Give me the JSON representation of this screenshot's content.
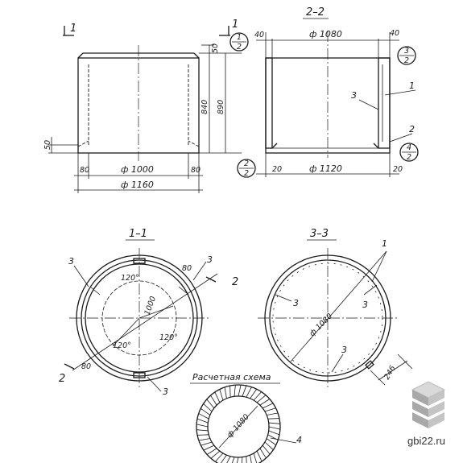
{
  "sections": {
    "cut_1": "1",
    "sec_22": "2–2",
    "sec_11": "1–1",
    "sec_33": "3–3",
    "scheme": "Расчетная схема"
  },
  "dims": {
    "d1000": "ф 1000",
    "d1160": "ф 1160",
    "d1080": "ф 1080",
    "d1120": "ф 1120",
    "h840": "840",
    "h890": "890",
    "t50a": "50",
    "t50b": "50",
    "w80a": "80",
    "w80b": "80",
    "w40a": "40",
    "w40b": "40",
    "w20a": "20",
    "w20b": "20",
    "w246": "246",
    "c1000": "1000",
    "c1080": "ф 1080",
    "c1080b": "ф 1080",
    "c80a": "80",
    "c80b": "80",
    "ang120a": "120°",
    "ang120b": "120°",
    "ang120c": "120°"
  },
  "refs": {
    "r1": "1",
    "r2": "2",
    "r3": "3",
    "r3b": "3",
    "r3c": "3",
    "r3d": "3",
    "r3e": "3",
    "r3f": "3",
    "r3g": "3",
    "r1b": "1",
    "r4": "4",
    "cut2a": "2",
    "cut2b": "2"
  },
  "callouts": [
    {
      "top": "1",
      "bottom": "2"
    },
    {
      "top": "2",
      "bottom": "2"
    },
    {
      "top": "3",
      "bottom": "2"
    },
    {
      "top": "4",
      "bottom": "2"
    }
  ],
  "watermark": "gbi22.ru"
}
